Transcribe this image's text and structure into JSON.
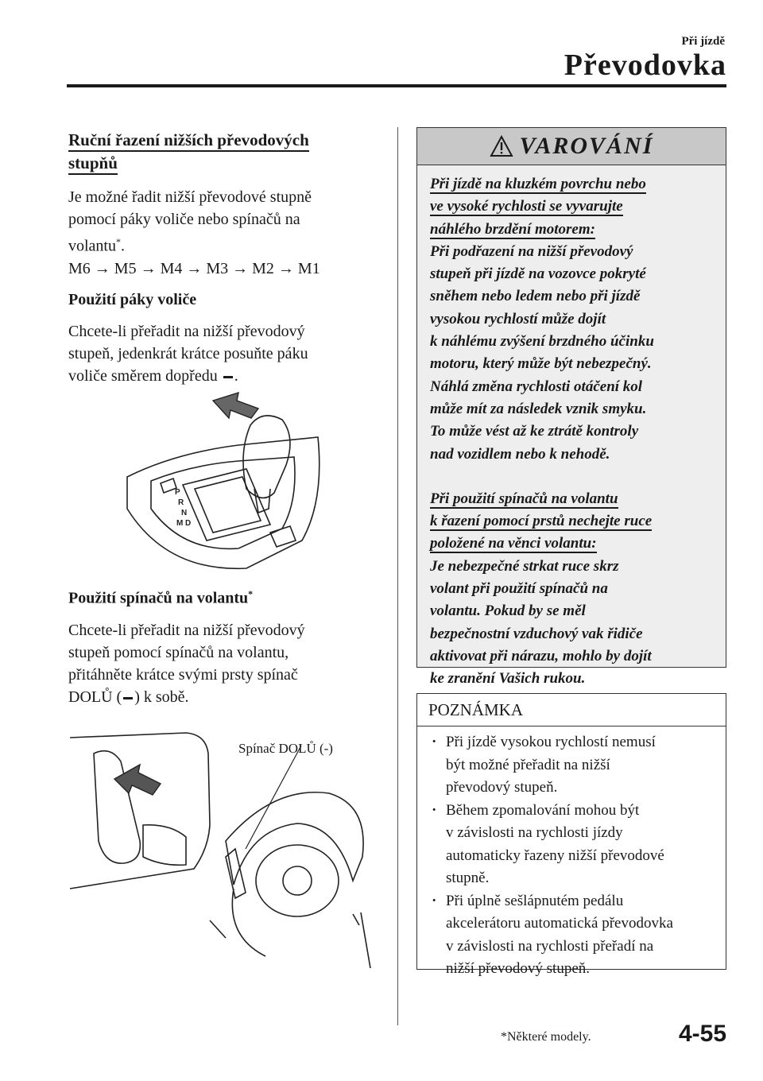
{
  "header": {
    "section": "Při jízdě",
    "title": "Převodovka"
  },
  "left": {
    "title_line1": "Ruční řazení nižších převodových",
    "title_line2": "stupňů",
    "intro_a": "Je možné řadit nižší převodové stupně",
    "intro_b": "pomocí páky voliče nebo spínačů na",
    "intro_c": "volantu",
    "intro_star": "*",
    "intro_dot": ".",
    "sequence": "M6 → M5 → M4 → M3 → M2 → M1",
    "lever_heading": "Použití páky voliče",
    "lever_a": "Chcete-li přeřadit na nižší převodový",
    "lever_b": "stupeň, jedenkrát krátce posuňte páku",
    "lever_c": "voliče směrem dopředu",
    "lever_end": ".",
    "wheel_heading": "Použití spínačů na volantu",
    "wheel_star": "*",
    "wheel_a": "Chcete-li přeřadit na nižší převodový",
    "wheel_b": "stupeň pomocí spínačů na volantu,",
    "wheel_c": "přitáhněte krátce svými prsty spínač",
    "wheel_d1": "DOLŮ (",
    "wheel_d2": ") k sobě.",
    "figure2_label": "Spínač DOLŮ (-)",
    "gear_labels": [
      "P",
      "R",
      "N",
      "D",
      "M"
    ]
  },
  "warning": {
    "title": "VAROVÁNÍ",
    "u1": "Při jízdě na kluzkém povrchu nebo",
    "u2": "ve vysoké rychlosti se vyvarujte",
    "u3": "náhlého brzdění motorem:",
    "t1": "Při podřazení na nižší převodový",
    "t2": "stupeň při jízdě na vozovce pokryté",
    "t3": "sněhem nebo ledem nebo při jízdě",
    "t4": "vysokou rychlostí může dojít",
    "t5": "k náhlému zvýšení brzdného účinku",
    "t6": "motoru, který může být nebezpečný.",
    "t7": "Náhlá změna rychlosti otáčení kol",
    "t8": "může mít za následek vznik smyku.",
    "t9": "To může vést až ke ztrátě kontroly",
    "t10": "nad vozidlem nebo k nehodě.",
    "u4": "Při použití spínačů na volantu",
    "u5": "k řazení pomocí prstů nechejte ruce",
    "u6": "položené na věnci volantu:",
    "s1": "Je nebezpečné strkat ruce skrz",
    "s2": "volant při použití spínačů na",
    "s3": "volantu. Pokud by se měl",
    "s4": "bezpečnostní vzduchový vak řidiče",
    "s5": "aktivovat při nárazu, mohlo by dojít",
    "s6": "ke zranění Vašich rukou."
  },
  "note": {
    "title": "POZNÁMKA",
    "b1": [
      "Při jízdě vysokou rychlostí nemusí",
      "být možné přeřadit na nižší",
      "převodový stupeň."
    ],
    "b2": [
      "Během zpomalování mohou být",
      "v závislosti na rychlosti jízdy",
      "automaticky řazeny nižší převodové",
      "stupně."
    ],
    "b3": [
      "Při úplně sešlápnutém pedálu",
      "akcelerátoru automatická převodovka",
      "v závislosti na rychlosti přeřadí na",
      "nižší převodový stupeň."
    ]
  },
  "footer": {
    "note": "*Některé modely.",
    "page": "4-55"
  }
}
